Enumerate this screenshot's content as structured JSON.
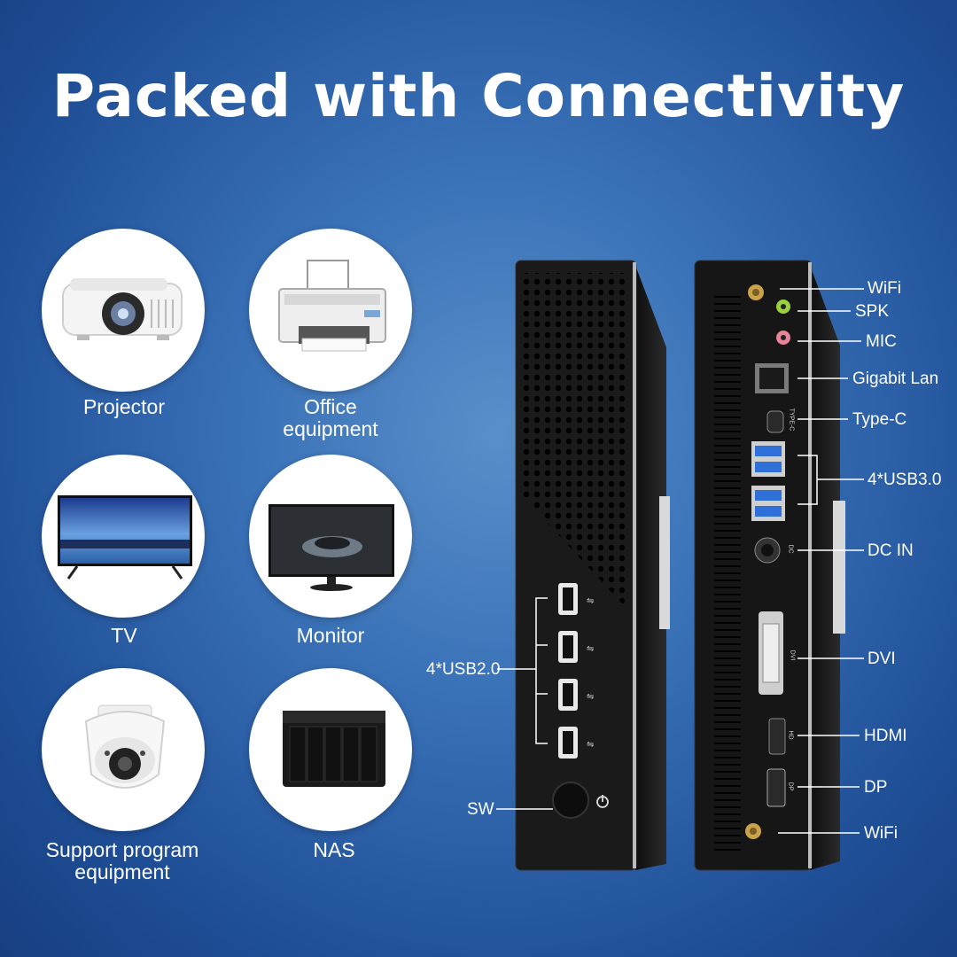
{
  "title": "Packed with Connectivity",
  "devices": [
    {
      "label": "Projector",
      "icon": "projector-icon"
    },
    {
      "label": "Office\nequipment",
      "icon": "printer-icon"
    },
    {
      "label": "TV",
      "icon": "tv-icon"
    },
    {
      "label": "Monitor",
      "icon": "monitor-icon"
    },
    {
      "label": "Support program\nequipment",
      "icon": "security-camera-icon"
    },
    {
      "label": "NAS",
      "icon": "nas-icon"
    }
  ],
  "front_ports": {
    "usb2": "4*USB2.0",
    "switch": "SW"
  },
  "back_ports": {
    "wifi_top": "WiFi",
    "spk": "SPK",
    "mic": "MIC",
    "lan": "Gigabit Lan",
    "typec": "Type-C",
    "usb3": "4*USB3.0",
    "dcin": "DC IN",
    "dvi": "DVI",
    "hdmi": "HDMI",
    "dp": "DP",
    "wifi_bottom": "WiFi"
  },
  "port_marks": {
    "typec": "TYPE-C",
    "dc": "DC",
    "dvi": "DVI",
    "hdmi": "HD",
    "dp": "DP"
  },
  "colors": {
    "background": "#2f66b0",
    "chassis": "#111111",
    "spk_jack": "#9bcf3b",
    "mic_jack": "#e8849a",
    "wifi_antenna": "#c9a24a",
    "usb3_port": "#2e6fd8"
  }
}
